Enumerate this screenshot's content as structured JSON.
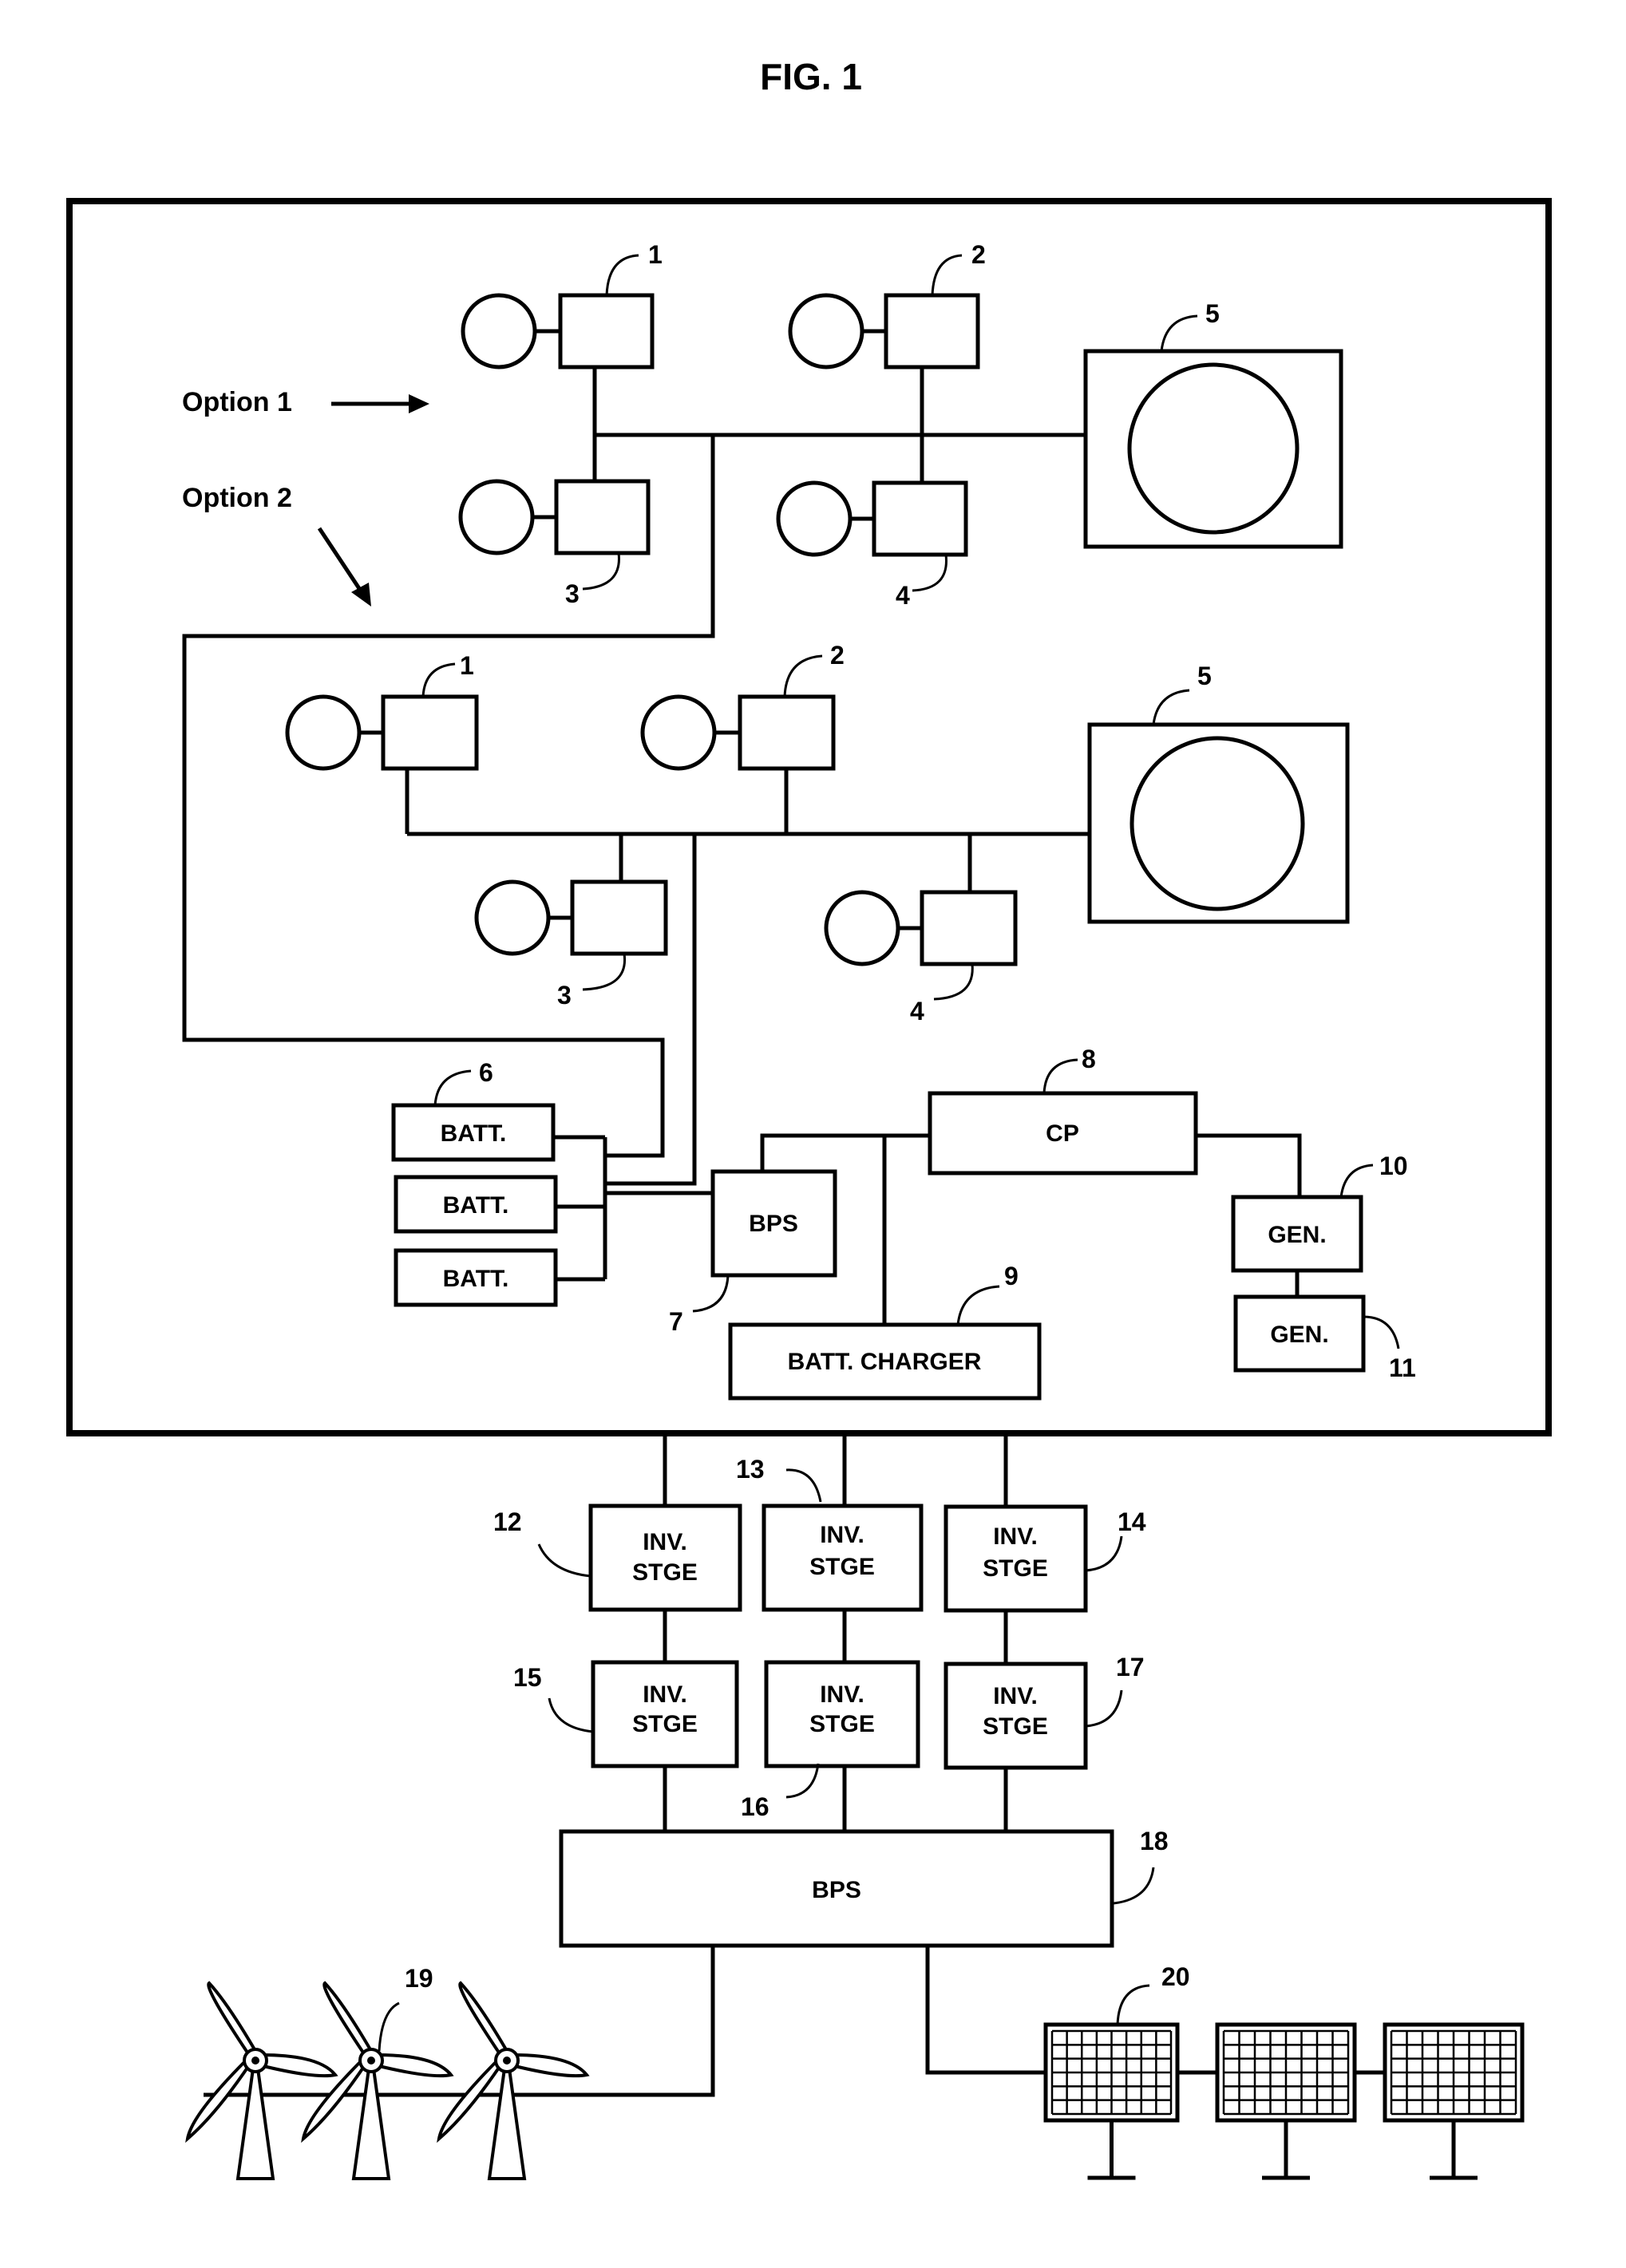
{
  "figure": {
    "title": "FIG. 1"
  },
  "options": {
    "option1": "Option 1",
    "option2": "Option 2"
  },
  "refs": {
    "r1": "1",
    "r2": "2",
    "r3": "3",
    "r4": "4",
    "r5": "5",
    "r6": "6",
    "r7": "7",
    "r8": "8",
    "r9": "9",
    "r10": "10",
    "r11": "11",
    "r12": "12",
    "r13": "13",
    "r14": "14",
    "r15": "15",
    "r16": "16",
    "r17": "17",
    "r18": "18",
    "r19": "19",
    "r20": "20"
  },
  "labels": {
    "batt": "BATT.",
    "bps": "BPS",
    "cp": "CP",
    "gen": "GEN.",
    "charger": "BATT. CHARGER",
    "inv_line1": "INV.",
    "inv_line2": "STGE"
  }
}
